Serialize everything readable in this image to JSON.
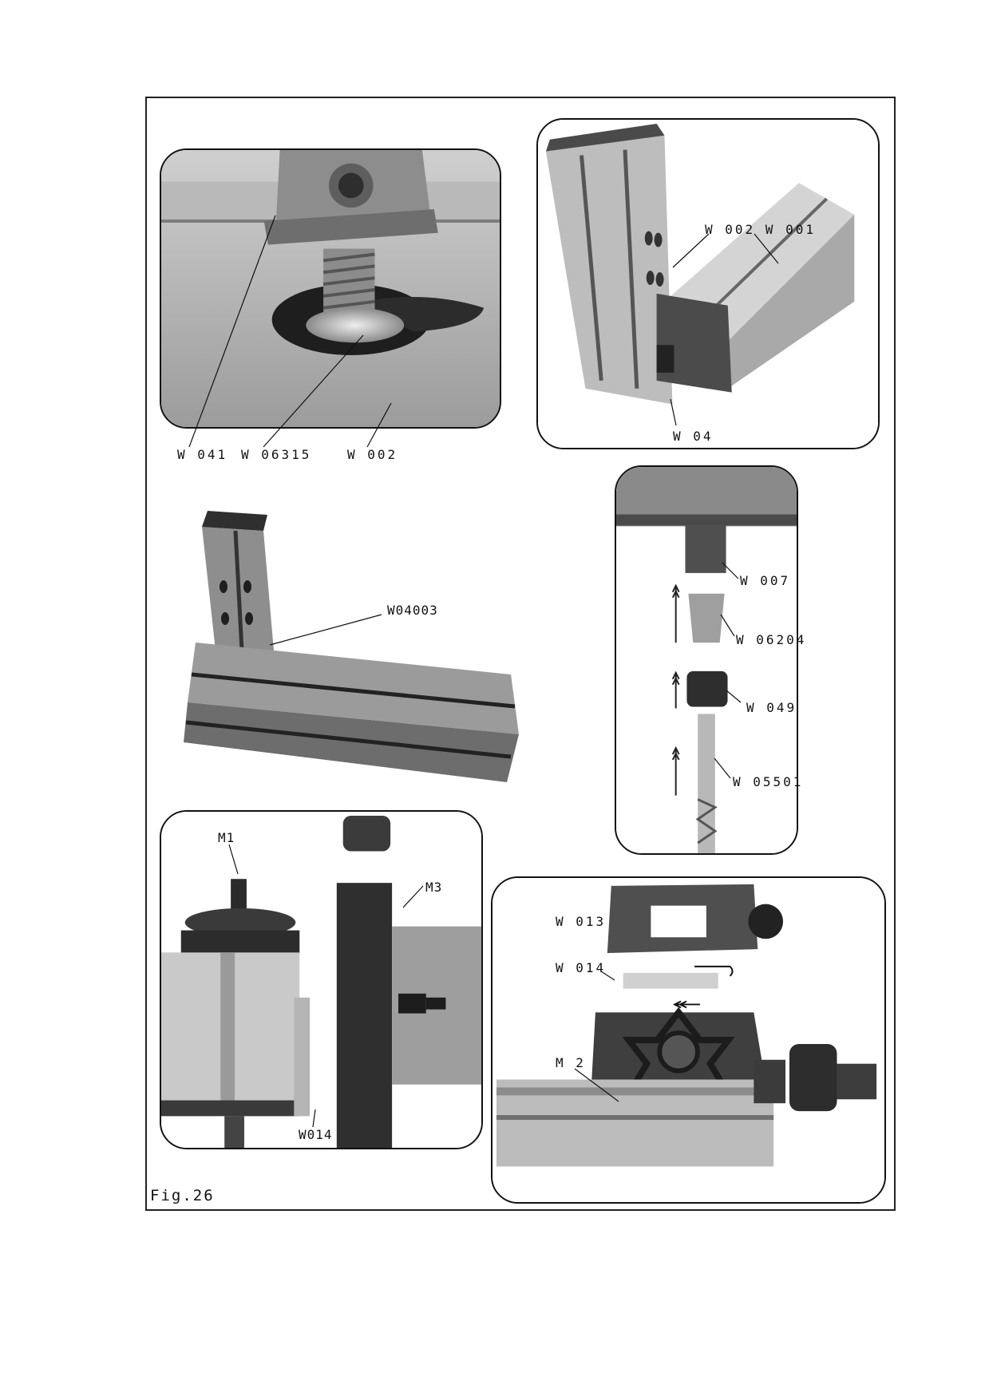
{
  "figure": {
    "caption": "Fig.26"
  },
  "panels": {
    "tnut_closeup": {
      "labels": [
        "W 041",
        "W 06315",
        "W 002"
      ]
    },
    "column_joint": {
      "labels": [
        "W 002 W 001",
        "W 04"
      ]
    },
    "bracket_assembly": {
      "labels": [
        "W04003"
      ]
    },
    "chuck_explode": {
      "labels": [
        "W 007",
        "W 06204",
        "W 049",
        "W 05501"
      ]
    },
    "headstock_mount": {
      "labels": [
        "M1",
        "M3",
        "W014"
      ]
    },
    "vise_assembly": {
      "labels": [
        "W 013",
        "W 014",
        "M 2"
      ]
    }
  }
}
